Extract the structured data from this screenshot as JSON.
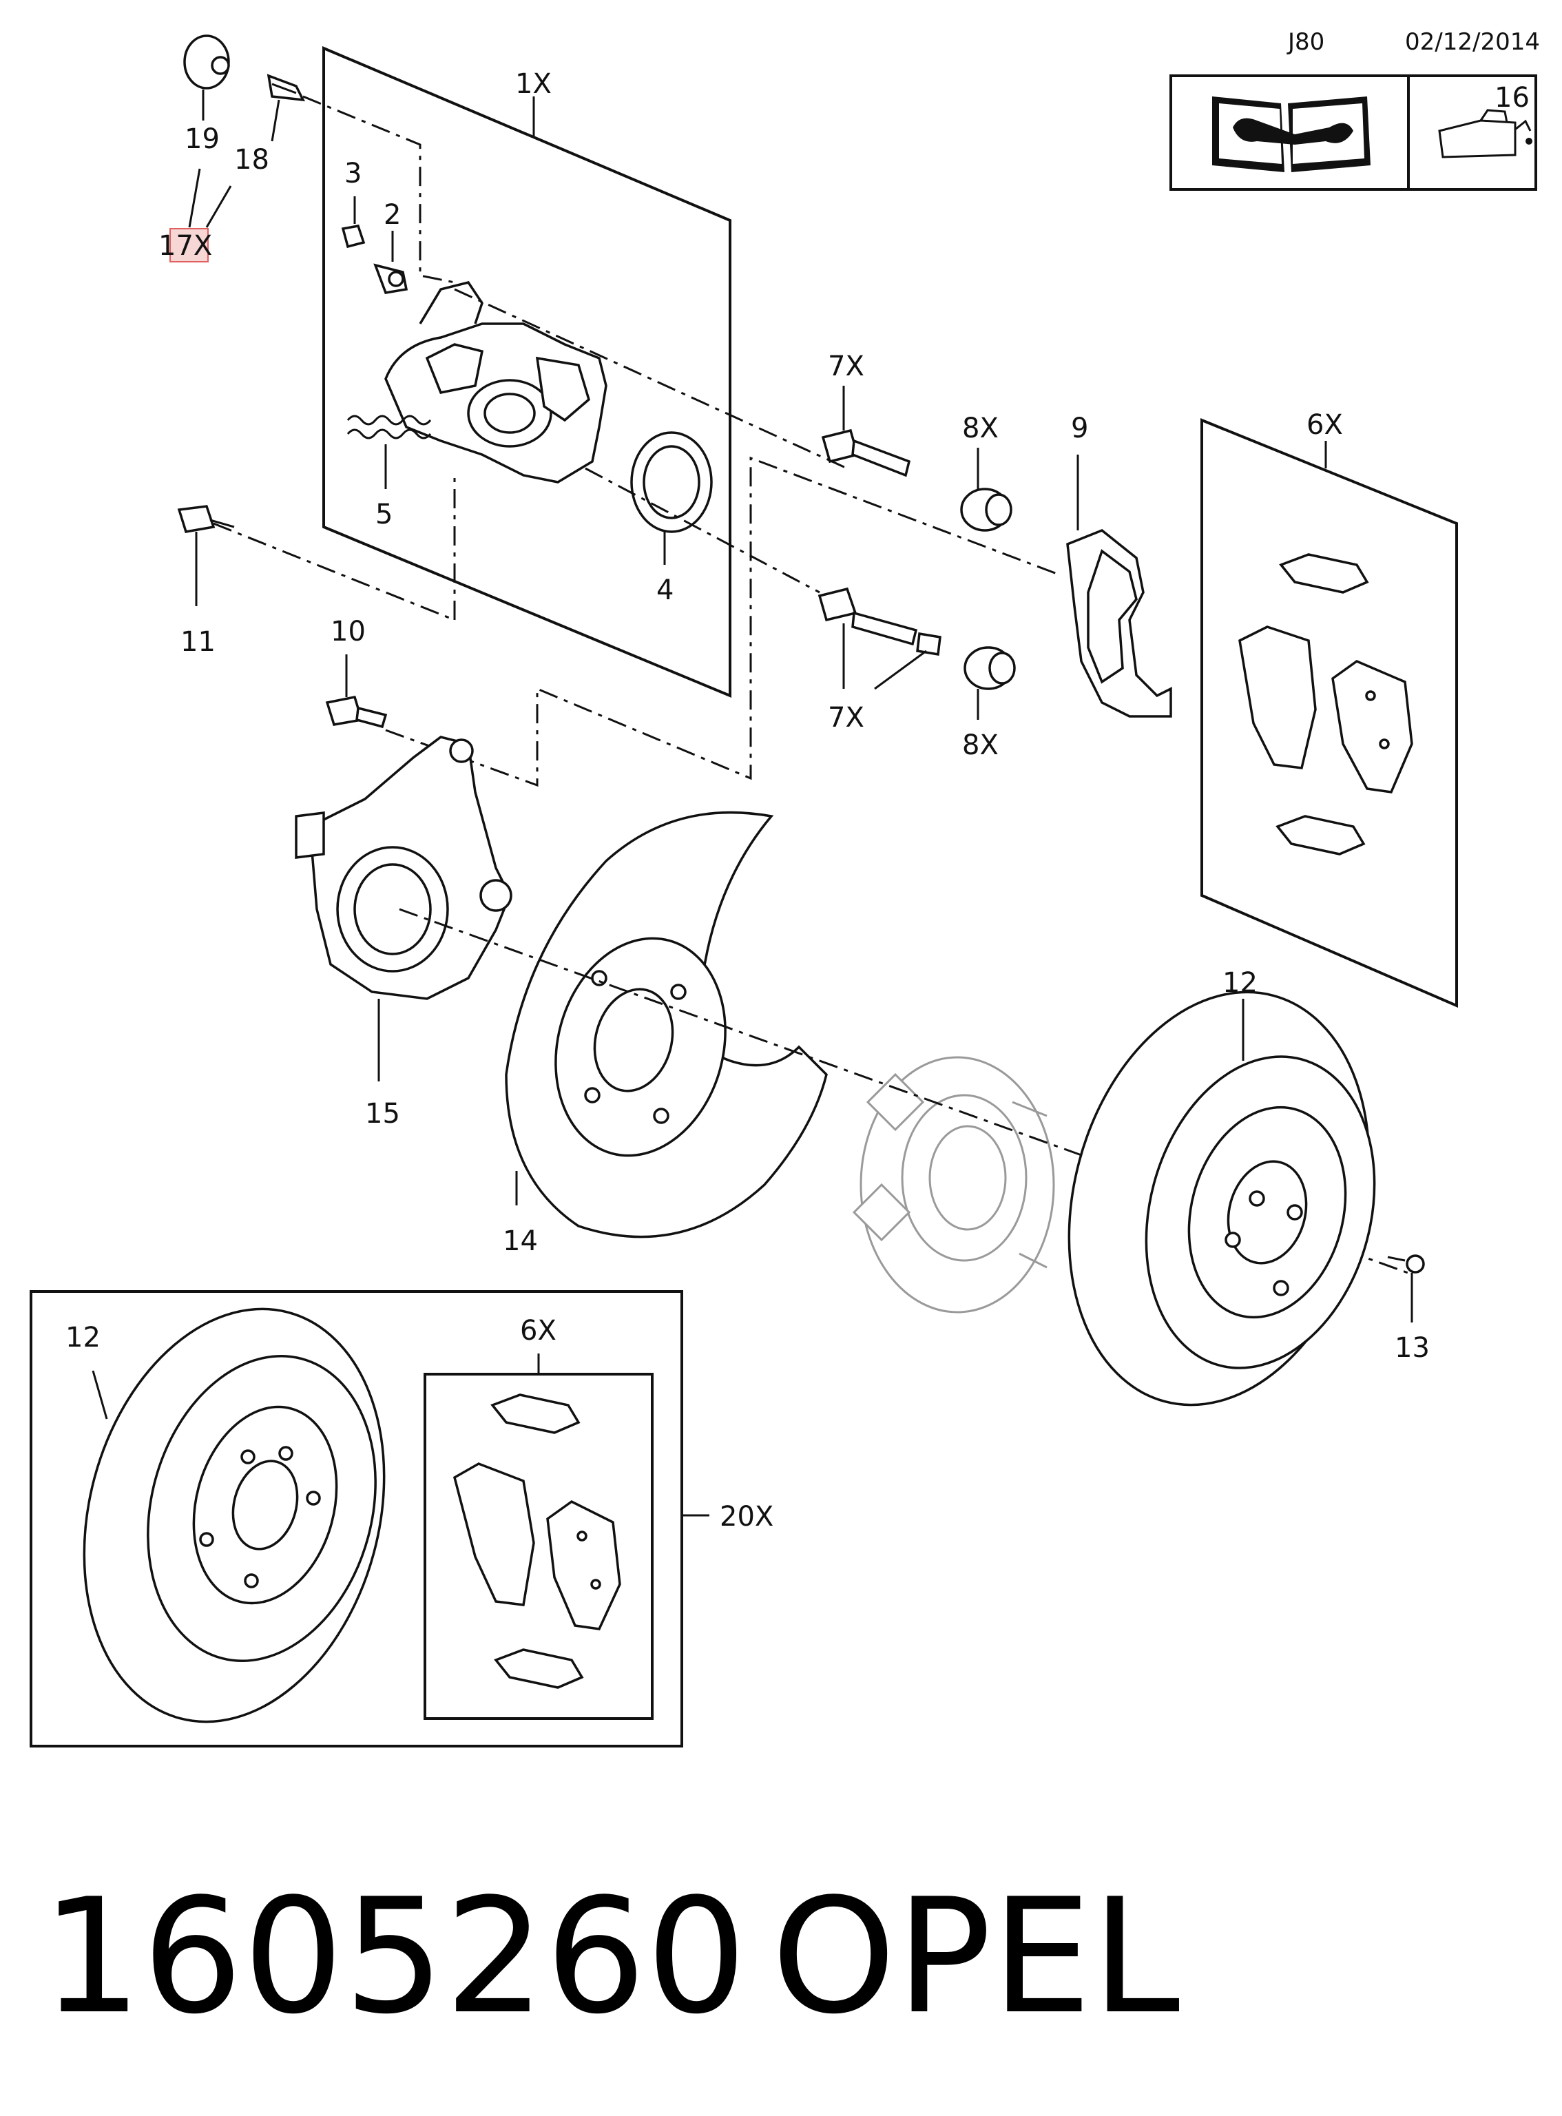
{
  "header": {
    "group_code": "J80",
    "date": "02/12/2014",
    "info_number": "16",
    "manual_icon": "repair-manual-icon",
    "oil_icon": "oil-can-icon"
  },
  "callouts": {
    "c1": "1X",
    "c2": "2",
    "c3": "3",
    "c4": "4",
    "c5": "5",
    "c6": "6X",
    "c7a": "7X",
    "c7b": "7X",
    "c8a": "8X",
    "c8b": "8X",
    "c9": "9",
    "c10": "10",
    "c11": "11",
    "c12": "12",
    "c13": "13",
    "c14": "14",
    "c15": "15",
    "c17": "17X",
    "c18": "18",
    "c19": "19",
    "c12_kit": "12",
    "c6_kit": "6X",
    "c20": "20X"
  },
  "footer": {
    "part_number": "1605260",
    "brand": "OPEL"
  },
  "highlight_color": "#e06060"
}
